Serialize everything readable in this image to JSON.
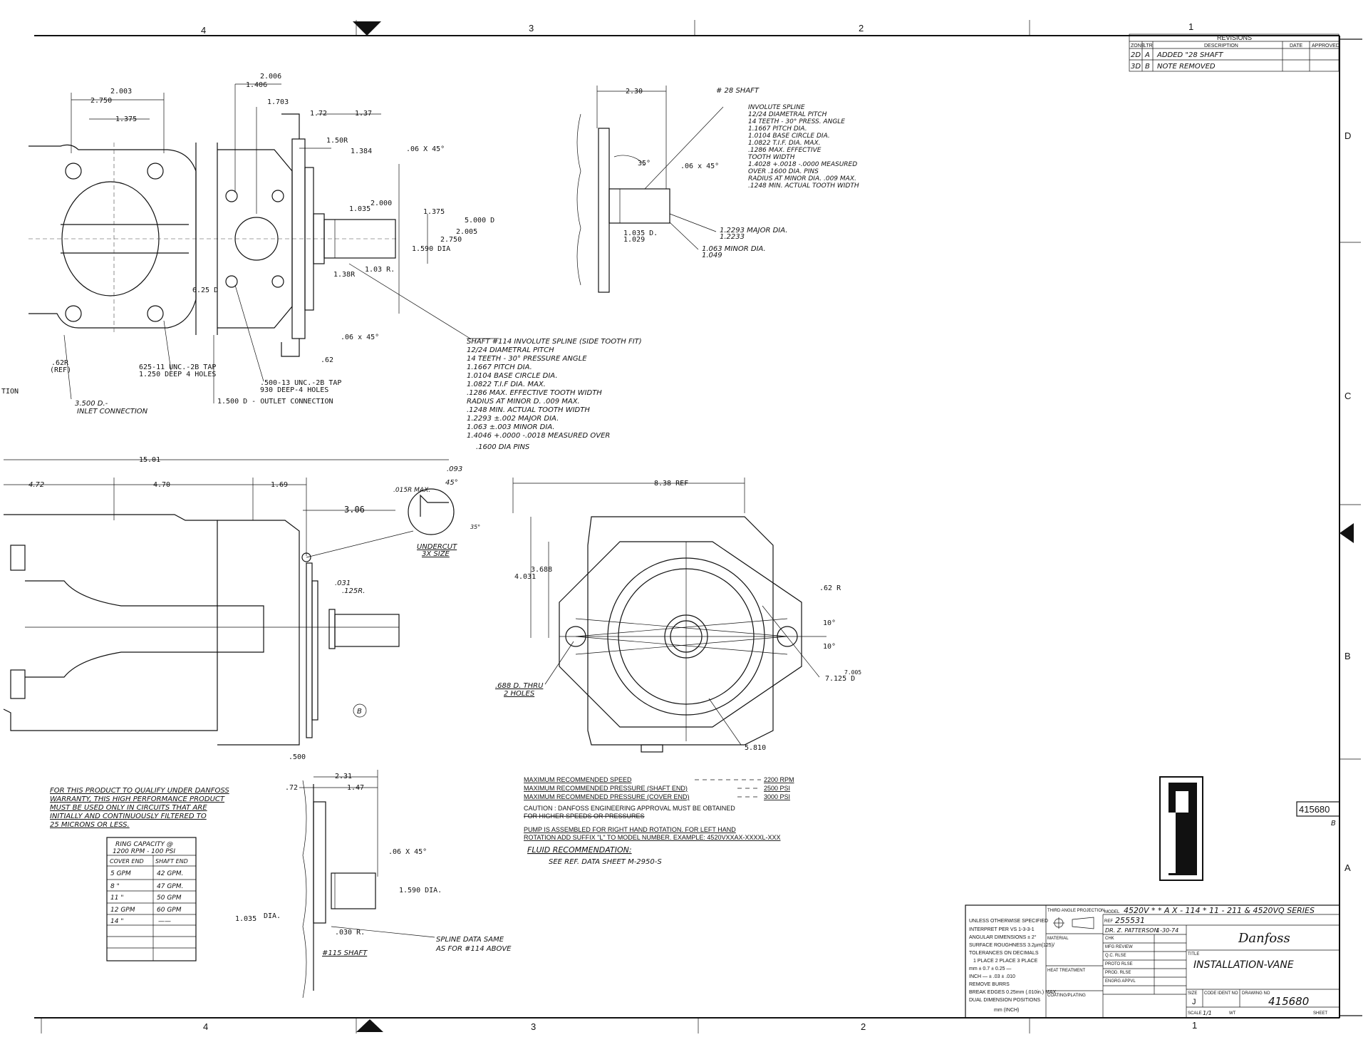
{
  "zones": {
    "top": [
      "4",
      "3",
      "2",
      "1"
    ],
    "side": [
      "D",
      "C",
      "B",
      "A"
    ]
  },
  "revisions": {
    "title": "REVISIONS",
    "headers": [
      "ZONE",
      "LTR",
      "DESCRIPTION",
      "DATE",
      "APPROVED"
    ],
    "rows": [
      [
        "2D",
        "A",
        "ADDED \"28 SHAFT"
      ],
      [
        "3D",
        "B",
        "NOTE REMOVED"
      ]
    ]
  },
  "top_view": {
    "dims": [
      "2.003",
      "2.750",
      "1.375",
      "1.406",
      "2.006",
      "1.703",
      "1.72",
      "1.37",
      "1.50R",
      "1.384",
      ".06 X 45°",
      "1.035",
      "2.000",
      "1.375",
      "5.000 D",
      "2.005",
      "2.750",
      "1.590 DIA",
      "1.03 R.",
      "1.38R",
      "6.25 D",
      ".06 x 45°",
      ".62",
      ".62R",
      "(REF)"
    ],
    "notes": [
      "625-11 UNC.-2B TAP",
      "1.250 DEEP 4 HOLES",
      ".500-13 UNC.-2B TAP",
      "930 DEEP-4 HOLES",
      "1.500 D - OUTLET CONNECTION",
      "3.500 D.-",
      "INLET CONNECTION",
      "TION"
    ]
  },
  "shaft114_notes": [
    "SHAFT #114 INVOLUTE SPLINE  (SIDE TOOTH FIT)",
    "12/24  DIAMETRAL  PITCH",
    "14  TEETH - 30° PRESSURE  ANGLE",
    "1.1667  PITCH DIA.",
    "1.0104  BASE CIRCLE DIA.",
    "1.0822  T.I.F DIA. MAX.",
    ".1286 MAX. EFFECTIVE TOOTH WIDTH",
    "RADIUS AT MINOR D. .009 MAX.",
    ".1248  MIN. ACTUAL TOOTH WIDTH",
    "1.2293 ±.002  MAJOR DIA.",
    "1.063 ±.003  MINOR DIA.",
    "1.4046 +.0000 -.0018 MEASURED OVER",
    ".1600 DIA PINS"
  ],
  "shaft28": {
    "title": "# 28  SHAFT",
    "dims": [
      "2.30",
      "35°",
      ".06 x 45°",
      "1.035 D.",
      "1.029",
      "1.2293 MAJOR DIA.",
      "1.2233",
      "1.063 MINOR DIA.",
      "1.049"
    ],
    "notes": [
      "INVOLUTE  SPLINE",
      "12/24  DIAMETRAL  PITCH",
      "14  TEETH - 30° PRESS. ANGLE",
      "1.1667  PITCH DIA.",
      "1.0104  BASE CIRCLE DIA.",
      "1.0822  T.I.F. DIA. MAX.",
      ".1286  MAX. EFFECTIVE",
      "TOOTH  WIDTH",
      "1.4028 +.0018 -.0000 MEASURED",
      "OVER  .1600 DIA. PINS",
      "RADIUS AT MINOR DIA. .009 MAX.",
      ".1248  MIN. ACTUAL TOOTH WIDTH"
    ]
  },
  "side_view": {
    "dims": [
      "15.01",
      "4.72",
      "4.70",
      "1.69",
      "3.06",
      ".015R MAX.",
      ".093",
      "45°",
      ".031",
      ".125R.",
      "35°",
      ".500"
    ],
    "undercut": [
      "UNDERCUT",
      "3X SIZE"
    ],
    "circle_label": "B"
  },
  "end_view": {
    "dims": [
      "8.38 REF",
      "4.031",
      "3.688",
      ".62 R",
      "10°",
      "10°",
      "7.125 D",
      "7.005",
      "5.810"
    ],
    "notes": [
      ".688 D. THRU",
      "2 HOLES"
    ]
  },
  "warranty": [
    "FOR THIS PRODUCT TO QUALIFY UNDER DANFOSS",
    "WARRANTY, THIS HIGH PERFORMANCE PRODUCT",
    "MUST BE USED ONLY IN CIRCUITS THAT ARE",
    "INITIALLY AND CONTINUOUSLY FILTERED TO",
    "25 MICRONS OR LESS."
  ],
  "ring_table": {
    "title": [
      "RING CAPACITY @",
      "1200 RPM - 100 PSI"
    ],
    "headers": [
      "COVER END",
      "SHAFT END"
    ],
    "rows": [
      [
        "5 GPM",
        "42 GPM."
      ],
      [
        "8   \"",
        "47 GPM."
      ],
      [
        "11   \"",
        "50 GPM"
      ],
      [
        "12 GPM",
        "60 GPM"
      ],
      [
        "14   \"",
        "——"
      ],
      [
        "",
        ""
      ],
      [
        "",
        ""
      ]
    ]
  },
  "shaft115": {
    "title": "#115  SHAFT",
    "dims": [
      "2.31",
      ".72",
      "1.47",
      ".06 X 45°",
      "1.590 DIA.",
      "1.035",
      "DIA.",
      ".030 R."
    ],
    "notes": [
      "SPLINE  DATA  SAME",
      "AS  FOR  #114  ABOVE"
    ]
  },
  "operating_notes": {
    "lines": [
      [
        "MAXIMUM  RECOMMENDED  SPEED",
        "2200 RPM"
      ],
      [
        "MAXIMUM  RECOMMENDED  PRESSURE (SHAFT END)",
        "2500 PSI"
      ],
      [
        "MAXIMUM  RECOMMENDED  PRESSURE  (COVER END)",
        "3000 PSI"
      ]
    ],
    "caution": [
      "CAUTION :  DANFOSS  ENGINEERING  APPROVAL  MUST  BE  OBTAINED",
      "FOR  HIGHER  SPEEDS  OR  PRESSURES"
    ],
    "rotation": [
      "PUMP IS ASSEMBLED FOR RIGHT HAND ROTATION. FOR LEFT HAND",
      "ROTATION  ADD  SUFFIX \"L\" TO MODEL NUMBER. EXAMPLE: 4520VXXAX-XXXXL-XXX"
    ],
    "fluid_title": "FLUID  RECOMMENDATION:",
    "fluid_ref": "SEE  REF.  DATA  SHEET  M-2950-S"
  },
  "stamp": {
    "number": "415680",
    "ltr": "B"
  },
  "title_block": {
    "left": [
      "UNLESS OTHERWISE SPECIFIED",
      "INTERPRET PER VS 1-3-3-1",
      "ANGULAR DIMENSIONS ± 2°",
      "SURFACE ROUGHNESS 3.2µm(125)/",
      "TOLERANCES ON DECIMALS",
      "1 PLACE   2 PLACE   3 PLACE",
      "mm  ± 0.7     ± 0.25     —",
      "INCH  —     ± .03     ± .010",
      "REMOVE BURRS",
      "BREAK EDGES 0.25mm (.010in.) MAX",
      "DUAL DIMENSION POSITIONS",
      "mm (INCH)"
    ],
    "mid": [
      "THIRD ANGLE PROJECTION",
      "MATERIAL",
      "HEAT TREATMENT",
      "COATING/PLATING"
    ],
    "model_label": "MODEL",
    "model": "4520V * * A X - 114 * 11 - 211 & 4520VQ SERIES",
    "ref_label": "REF",
    "ref": "255531",
    "sign": [
      "DR. Z. PATTERSON",
      "1-30-74",
      "CHK",
      "MFG REVIEW",
      "Q.C. RLSE",
      "PROTO RLSE",
      "PROD. RLSE",
      "ENGRG APPVL"
    ],
    "brand": "Danfoss",
    "title_label": "TITLE",
    "title": "INSTALLATION-VANE",
    "size_label": "SIZE",
    "size": "J",
    "code_label": "CODE IDENT NO",
    "drawing_label": "DRAWING NO",
    "drawing_no": "415680",
    "scale_label": "SCALE",
    "scale": "1/1",
    "wt_label": "WT",
    "sheet_label": "SHEET"
  }
}
